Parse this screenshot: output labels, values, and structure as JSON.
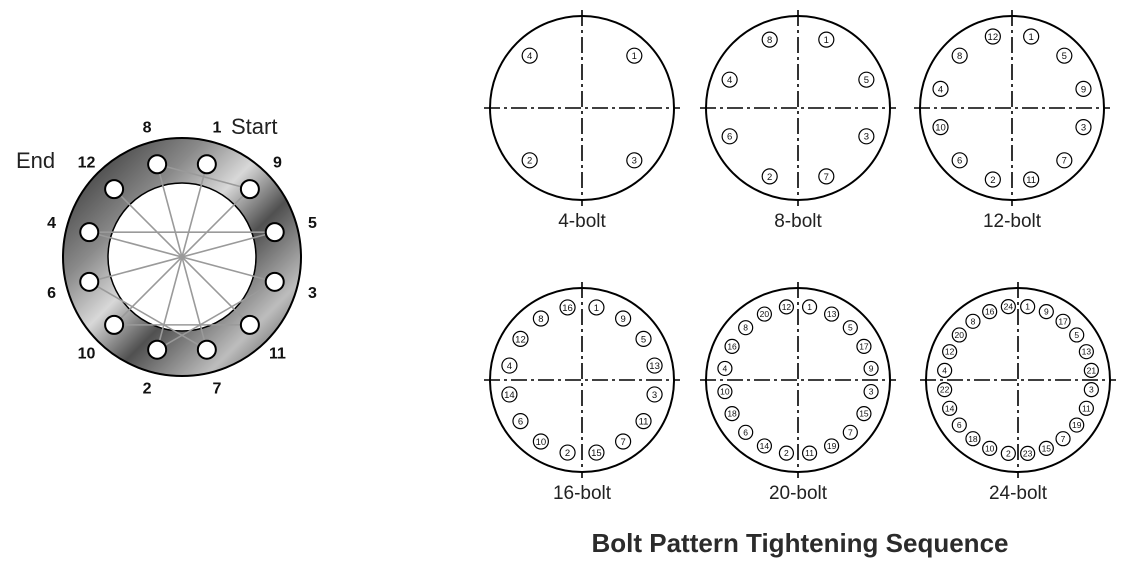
{
  "title": "Bolt Pattern Tightening Sequence",
  "flange": {
    "start_label": "Start",
    "end_label": "End",
    "bolt_numbers": [
      "1",
      "9",
      "5",
      "3",
      "11",
      "7",
      "2",
      "10",
      "6",
      "4",
      "12",
      "8"
    ],
    "sequence": [
      1,
      2,
      3,
      4,
      5,
      6,
      7,
      8,
      9,
      10,
      11,
      12
    ]
  },
  "patterns": [
    {
      "label": "4-bolt",
      "bolts": 4,
      "clockwise_numbers": [
        "1",
        "3",
        "2",
        "4"
      ]
    },
    {
      "label": "8-bolt",
      "bolts": 8,
      "clockwise_numbers": [
        "1",
        "5",
        "3",
        "7",
        "2",
        "6",
        "4",
        "8"
      ]
    },
    {
      "label": "12-bolt",
      "bolts": 12,
      "clockwise_numbers": [
        "1",
        "5",
        "9",
        "3",
        "7",
        "11",
        "2",
        "6",
        "10",
        "4",
        "8",
        "12"
      ]
    },
    {
      "label": "16-bolt",
      "bolts": 16,
      "clockwise_numbers": [
        "1",
        "9",
        "5",
        "13",
        "3",
        "11",
        "7",
        "15",
        "2",
        "10",
        "6",
        "14",
        "4",
        "12",
        "8",
        "16"
      ]
    },
    {
      "label": "20-bolt",
      "bolts": 20,
      "clockwise_numbers": [
        "1",
        "13",
        "5",
        "17",
        "9",
        "3",
        "15",
        "7",
        "19",
        "11",
        "2",
        "14",
        "6",
        "18",
        "10",
        "4",
        "16",
        "8",
        "20",
        "12"
      ]
    },
    {
      "label": "24-bolt",
      "bolts": 24,
      "clockwise_numbers": [
        "1",
        "9",
        "17",
        "5",
        "13",
        "21",
        "3",
        "11",
        "19",
        "7",
        "15",
        "23",
        "2",
        "10",
        "18",
        "6",
        "14",
        "22",
        "4",
        "12",
        "20",
        "8",
        "16",
        "24"
      ]
    }
  ]
}
